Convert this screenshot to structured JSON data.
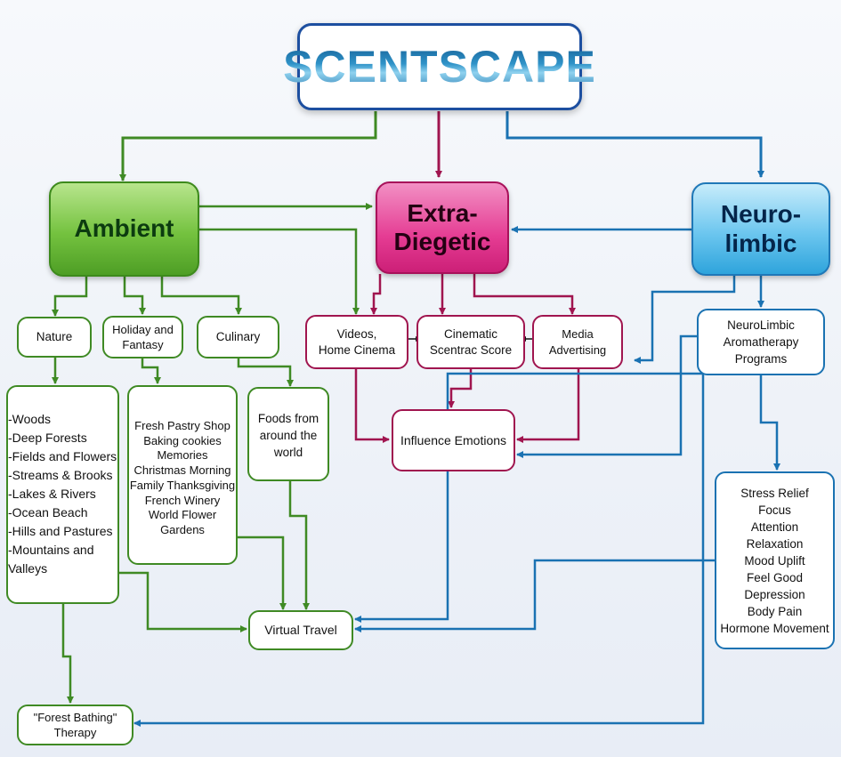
{
  "title": "SCENTSCAPE",
  "colors": {
    "ambient": "#3f8a24",
    "extra_diegetic": "#a0154f",
    "neurolimbic": "#1a72b2"
  },
  "categories": {
    "ambient": "Ambient",
    "extra_diegetic": "Extra-\nDiegetic",
    "neurolimbic": "Neuro-\nlimbic"
  },
  "ambient": {
    "nature": "Nature",
    "holiday": "Holiday and\nFantasy",
    "culinary": "Culinary",
    "nature_items": [
      "-Woods",
      "-Deep Forests",
      "-Fields and Flowers",
      "-Streams & Brooks",
      "-Lakes & Rivers",
      "-Ocean Beach",
      "-Hills and Pastures",
      "-Mountains and Valleys"
    ],
    "holiday_items": [
      "Fresh Pastry Shop",
      "Baking cookies",
      "Memories",
      "Christmas Morning",
      "Family Thanksgiving",
      "French Winery",
      "World Flower",
      "Gardens"
    ],
    "culinary_items": "Foods from\naround the\nworld",
    "virtual_travel": "Virtual Travel",
    "forest_bathing": "\"Forest Bathing\"\nTherapy"
  },
  "extra_diegetic": {
    "videos": "Videos,\nHome Cinema",
    "cinematic": "Cinematic\nScentrac Score",
    "media": "Media\nAdvertising",
    "influence": "Influence Emotions"
  },
  "neurolimbic": {
    "programs": "NeuroLimbic\nAromatherapy\nPrograms",
    "benefits": [
      "Stress Relief",
      "Focus",
      "Attention",
      "Relaxation",
      "Mood Uplift",
      "Feel Good",
      "Depression",
      "Body Pain",
      "Hormone Movement"
    ]
  }
}
